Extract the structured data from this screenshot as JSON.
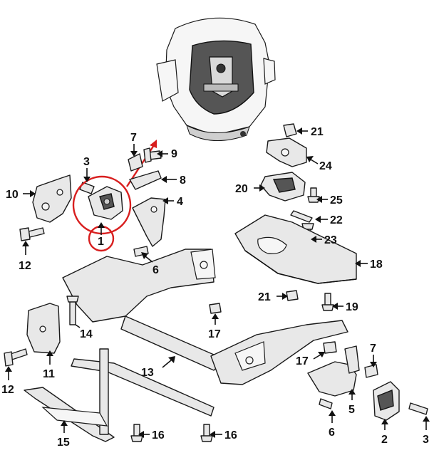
{
  "highlight_color": "#d81e1e",
  "callouts": {
    "c1": "1",
    "c2": "2",
    "c3a": "3",
    "c3b": "3",
    "c4": "4",
    "c5": "5",
    "c6a": "6",
    "c6b": "6",
    "c7a": "7",
    "c7b": "7",
    "c8": "8",
    "c9": "9",
    "c10": "10",
    "c11": "11",
    "c12a": "12",
    "c12b": "12",
    "c13": "13",
    "c14": "14",
    "c15": "15",
    "c16a": "16",
    "c16b": "16",
    "c17a": "17",
    "c17b": "17",
    "c18": "18",
    "c19": "19",
    "c20": "20",
    "c21a": "21",
    "c21b": "21",
    "c22": "22",
    "c23": "23",
    "c24": "24",
    "c25": "25"
  }
}
